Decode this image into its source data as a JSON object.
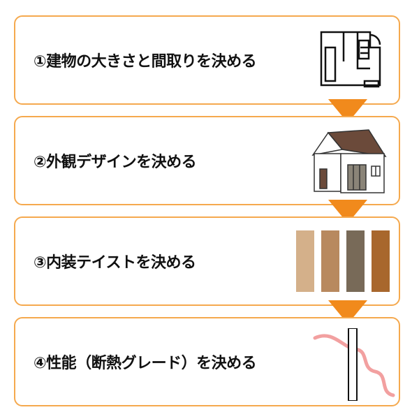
{
  "steps": [
    {
      "label": "①建物の大きさと間取りを決める",
      "icon": "floor-plan-icon"
    },
    {
      "label": "②外観デザインを決める",
      "icon": "house-icon"
    },
    {
      "label": "③内装テイストを決める",
      "icon": "wood-swatches-icon"
    },
    {
      "label": "④性能（断熱グレード）を決める",
      "icon": "insulation-wall-icon"
    }
  ],
  "colors": {
    "border": "#f5a94e",
    "arrow": "#f18a1c",
    "swatches": [
      "#d4b08a",
      "#b8895f",
      "#786a58",
      "#a8672d"
    ],
    "roof": "#6b4a3a",
    "insulation_curve": "#f2a0a0"
  }
}
